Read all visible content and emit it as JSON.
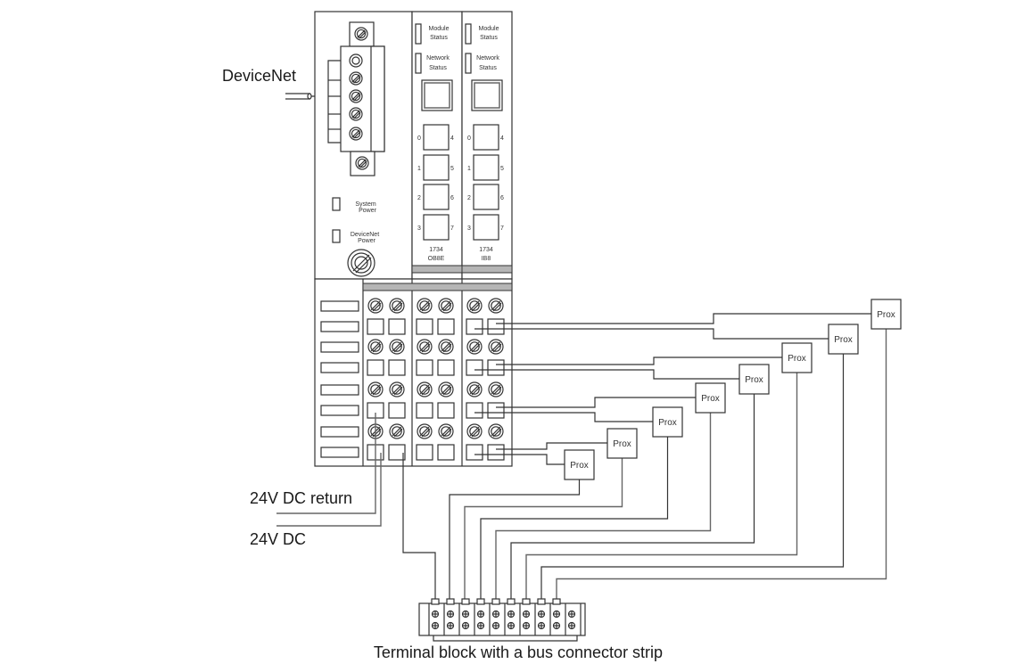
{
  "labels": {
    "devicenet": "DeviceNet",
    "dc_return": "24V DC return",
    "dc": "24V DC",
    "terminal_block": "Terminal block with a bus connector strip"
  },
  "adapter": {
    "leds": [
      {
        "label_line1": "System",
        "label_line2": "Power"
      },
      {
        "label_line1": "DeviceNet",
        "label_line2": "Power"
      }
    ]
  },
  "modules": [
    {
      "catalog_line1": "1734",
      "catalog_line2": "OB8E",
      "status_leds": [
        {
          "line1": "Module",
          "line2": "Status"
        },
        {
          "line1": "Network",
          "line2": "Status"
        }
      ],
      "channels_left": [
        "0",
        "1",
        "2",
        "3"
      ],
      "channels_right": [
        "4",
        "5",
        "6",
        "7"
      ]
    },
    {
      "catalog_line1": "1734",
      "catalog_line2": "IB8",
      "status_leds": [
        {
          "line1": "Module",
          "line2": "Status"
        },
        {
          "line1": "Network",
          "line2": "Status"
        }
      ],
      "channels_left": [
        "0",
        "1",
        "2",
        "3"
      ],
      "channels_right": [
        "4",
        "5",
        "6",
        "7"
      ]
    }
  ],
  "sensors": [
    {
      "label": "Prox"
    },
    {
      "label": "Prox"
    },
    {
      "label": "Prox"
    },
    {
      "label": "Prox"
    },
    {
      "label": "Prox"
    },
    {
      "label": "Prox"
    },
    {
      "label": "Prox"
    },
    {
      "label": "Prox"
    }
  ],
  "terminal_block": {
    "wired_terminals": 9,
    "total_terminals": 10
  }
}
